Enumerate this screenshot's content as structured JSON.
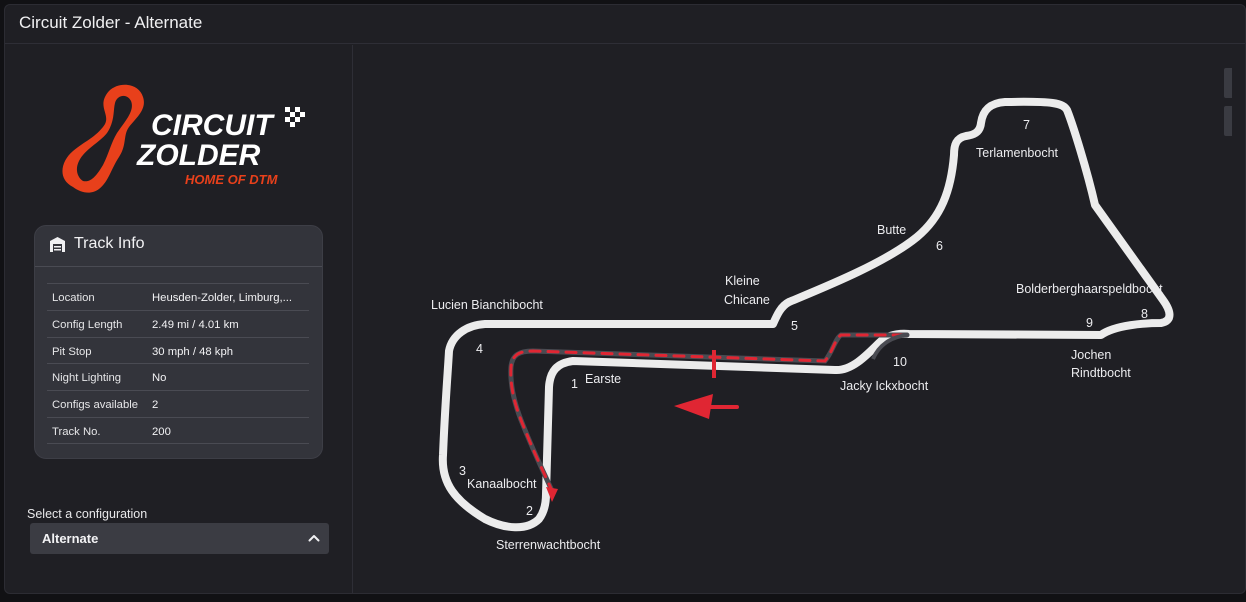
{
  "window": {
    "title": "Circuit Zolder - Alternate"
  },
  "logo": {
    "line1": "CIRCUIT",
    "line2": "ZOLDER",
    "tagline": "HOME OF DTM",
    "accent": "#e8401b"
  },
  "track_info": {
    "title": "Track Info",
    "rows": [
      {
        "label": "Location",
        "value": "Heusden-Zolder, Limburg,..."
      },
      {
        "label": "Config Length",
        "value": "2.49 mi / 4.01 km"
      },
      {
        "label": "Pit Stop",
        "value": "30 mph / 48 kph"
      },
      {
        "label": "Night Lighting",
        "value": "No"
      },
      {
        "label": "Configs available",
        "value": "2"
      },
      {
        "label": "Track No.",
        "value": "200"
      }
    ]
  },
  "config_select": {
    "label": "Select a configuration",
    "value": "Alternate"
  },
  "map": {
    "track_color": "#ececec",
    "pit_color": "#e02633",
    "corners": [
      {
        "number": "1",
        "name": "Earste"
      },
      {
        "number": "2",
        "name": "Sterrenwachtbocht"
      },
      {
        "number": "3",
        "name": "Kanaalbocht"
      },
      {
        "number": "4",
        "name": "Lucien Bianchibocht"
      },
      {
        "number": "5",
        "name_line1": "Kleine",
        "name_line2": "Chicane"
      },
      {
        "number": "6",
        "name": "Butte"
      },
      {
        "number": "7",
        "name": "Terlamenbocht"
      },
      {
        "number": "8",
        "name": "Bolderberghaarspeldbocht"
      },
      {
        "number": "9",
        "name_line1": "Jochen",
        "name_line2": "Rindtbocht"
      },
      {
        "number": "10",
        "name": "Jacky Ickxbocht"
      }
    ]
  }
}
